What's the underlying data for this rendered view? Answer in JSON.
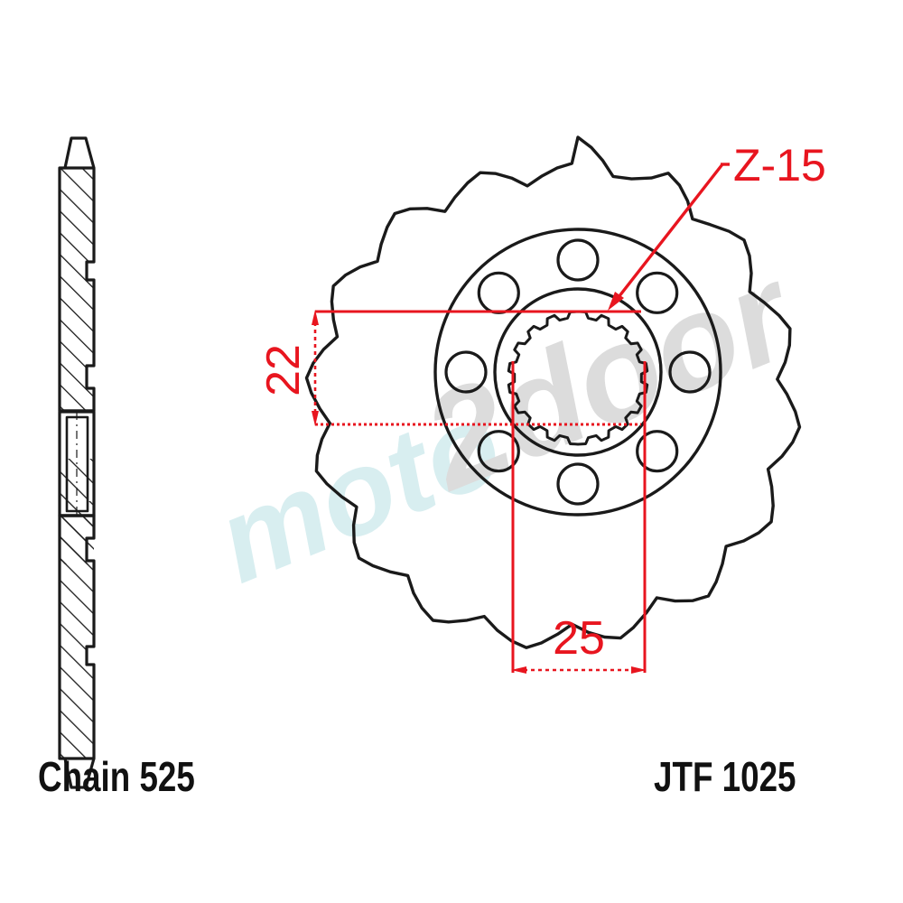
{
  "drawing": {
    "title_left": "Chain 525",
    "title_right": "JTF 1025",
    "teeth_callout": "Z-15",
    "dim_vertical": "22",
    "dim_horizontal": "25",
    "accent_color": "#e8151f",
    "line_color": "#1a1a1a",
    "watermark": {
      "part_a": "moto",
      "part_b": "2door",
      "color_a": "#d6eef0",
      "color_b": "#d9d9d9"
    }
  },
  "chart_data": {
    "type": "table",
    "title": "JTF 1025 front sprocket technical drawing",
    "labels": {
      "chain": "Chain 525",
      "part_number": "JTF 1025",
      "tooth_count_callout": "Z-15",
      "spline_minor_dim": "22",
      "spline_major_dim": "25"
    },
    "geometry": {
      "tooth_count": 15,
      "lightening_hole_count": 8,
      "spline_tooth_count": 18,
      "views": [
        "section side view",
        "front face view"
      ]
    }
  }
}
